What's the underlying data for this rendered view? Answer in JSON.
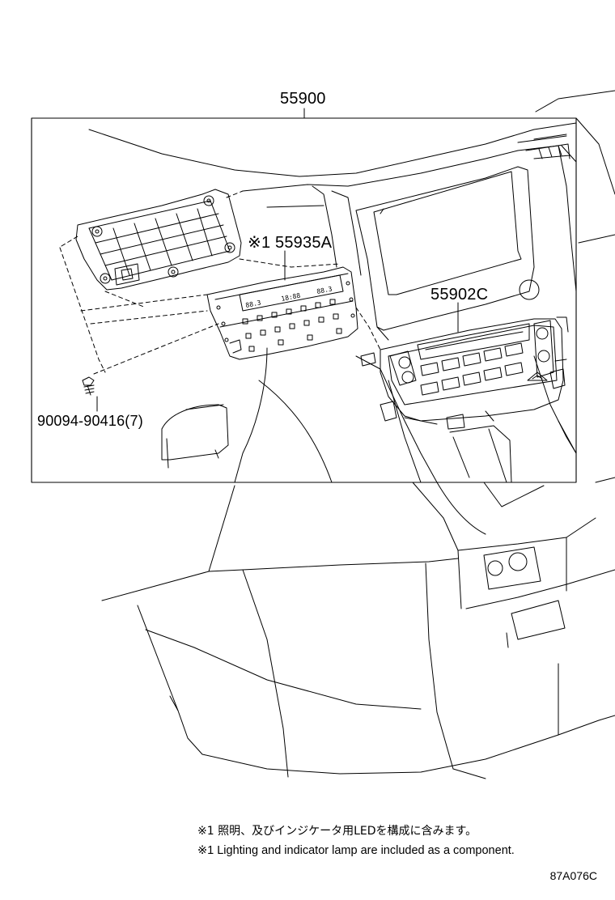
{
  "callouts": {
    "assembly": "55900",
    "led_part": "※1 55935A",
    "panel": "55902C",
    "screw": "90094-90416(7)"
  },
  "notes": {
    "jp": "※1 照明、及びインジケータ用LEDを構成に含みます。",
    "en": "※1 Lighting and indicator lamp are included as a component."
  },
  "illustration_code": "87A076C"
}
